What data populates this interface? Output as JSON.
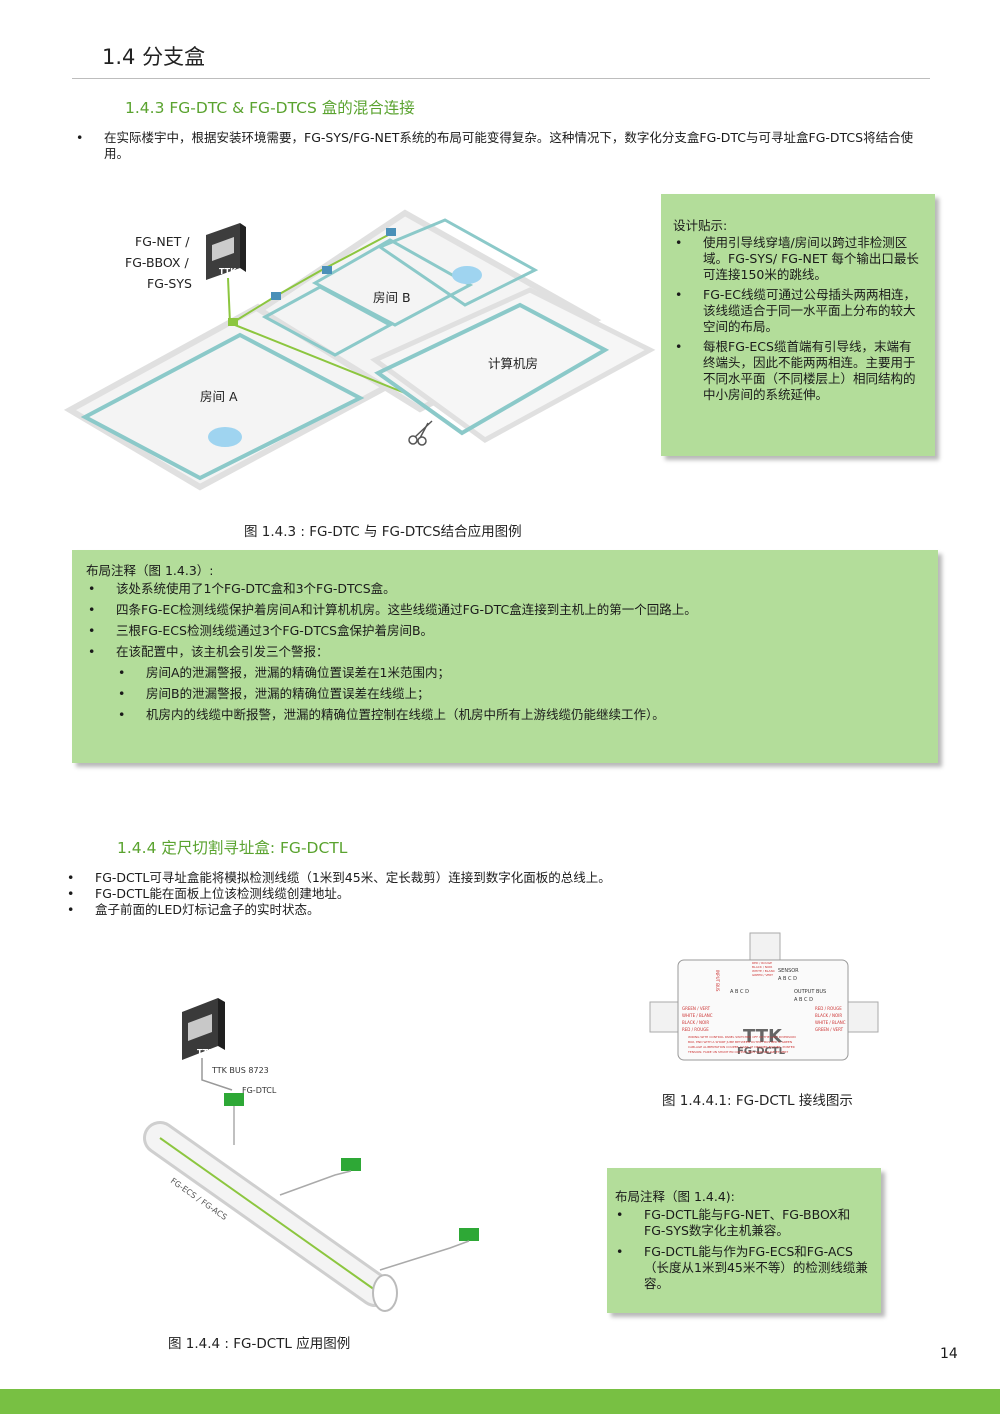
{
  "header": {
    "section_title": "1.4 分支盒"
  },
  "section_143": {
    "title": "1.4.3 FG-DTC & FG-DTCS 盒的混合连接",
    "intro": "在实际楼宇中，根据安装环境需要，FG-SYS/FG-NET系统的布局可能变得复杂。这种情况下，数字化分支盒FG-DTC与可寻址盒FG-DTCS将结合使用。",
    "diagram": {
      "panel_label_lines": [
        "FG-NET /",
        "FG-BBOX /",
        "FG-SYS"
      ],
      "panel_logo": "TTK",
      "room_a": "房间 A",
      "room_b": "房间 B",
      "computer_room": "计算机房"
    },
    "tips": {
      "title": "设计贴示:",
      "items": [
        "使用引导线穿墙/房间以跨过非检测区域。FG-SYS/ FG-NET 每个输出口最长可连接150米的跳线。",
        "FG-EC线缆可通过公母插头两两相连，该线缆适合于同一水平面上分布的较大空间的布局。",
        "每根FG-ECS缆首端有引导线，末端有终端头，因此不能两两相连。主要用于不同水平面（不同楼层上）相同结构的中小房间的系统延伸。"
      ]
    },
    "caption": "图 1.4.3 : FG-DTC 与 FG-DTCS结合应用图例",
    "notes": {
      "title": "布局注释（图 1.4.3）:",
      "items": [
        "该处系统使用了1个FG-DTC盒和3个FG-DTCS盒。",
        "四条FG-EC检测线缆保护着房间A和计算机机房。这些线缆通过FG-DTC盒连接到主机上的第一个回路上。",
        "三根FG-ECS检测线缆通过3个FG-DTCS盒保护着房间B。",
        "在该配置中，该主机会引发三个警报："
      ],
      "subitems": [
        "房间A的泄漏警报，泄漏的精确位置误差在1米范围内；",
        "房间B的泄漏警报，泄漏的精确位置误差在线缆上；",
        "机房内的线缆中断报警，泄漏的精确位置控制在线缆上（机房中所有上游线缆仍能继续工作）。"
      ]
    }
  },
  "section_144": {
    "title": "1.4.4 定尺切割寻址盒: FG-DCTL",
    "bullets": [
      "FG-DCTL可寻址盒能将模拟检测线缆（1米到45米、定长裁剪）连接到数字化面板的总线上。",
      "FG-DCTL能在面板上位该检测线缆创建地址。",
      "盒子前面的LED灯标记盒子的实时状态。"
    ],
    "diagram": {
      "panel_logo": "TTK",
      "bus_label": "TTK BUS 8723",
      "box_label": "FG-DTCL",
      "cable_label": "FG-ECS / FG-ACS"
    },
    "caption": "图 1.4.4 : FG-DCTL 应用图例",
    "wiring": {
      "logo": "TTK",
      "model": "FG-DCTL",
      "input_bus": "INPUT BUS",
      "input_letters": "A B C D",
      "sensor": "SENSOR",
      "sensor_letters": "A B C D",
      "output_bus": "OUTPUT BUS",
      "output_letters": "A B C D",
      "wire_left": [
        "GREEN / VERT",
        "WHITE / BLANC",
        "BLACK / NOIR",
        "RED / ROUGE"
      ],
      "wire_right": [
        "RED / ROUGE",
        "BLACK / NOIR",
        "WHITE / BLANC",
        "GREEN / VERT"
      ],
      "wire_top": [
        "RED / ROUGE",
        "BLACK / NOIR",
        "WHITE / BLANC",
        "GREEN / VERT"
      ],
      "warning_lines": [
        "WIRING WITH CONTROL PANEL SWITCHED OFF. IN THE LAST DIVERSION",
        "BOX, END WITH A SHORT JUMP BETWEEN OUTPUT BUS RED & GREEN",
        "CABLAGE ALIMENTATION COUPEE. DANS LE DERNIER BOITIER, PONTER",
        "TENSION. FAIRE UN SHUNT EN OUTPUT (BUS SUP) ROUGE ET VERT"
      ],
      "caption": "图 1.4.4.1: FG-DCTL 接线图示"
    },
    "notes": {
      "title": "布局注释（图 1.4.4):",
      "items": [
        "FG-DCTL能与FG-NET、FG-BBOX和FG-SYS数字化主机兼容。",
        "FG-DCTL能与作为FG-ECS和FG-ACS（长度从1米到45米不等）的检测线缆兼容。"
      ]
    }
  },
  "footer": {
    "page_number": "14"
  },
  "colors": {
    "accent_green": "#5aa32f",
    "box_green": "#b3dd9a",
    "footer_green": "#78c043"
  }
}
